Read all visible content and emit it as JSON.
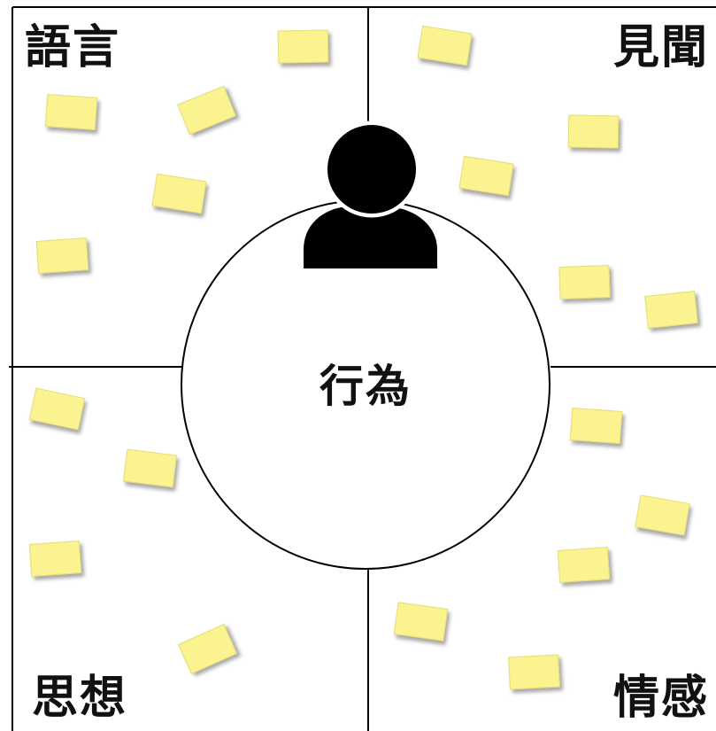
{
  "quadrants": {
    "top_left": "語言",
    "top_right": "見聞",
    "bottom_left": "思想",
    "bottom_right": "情感"
  },
  "center": {
    "label": "行為",
    "icon": "person-icon"
  },
  "colors": {
    "sticky_note": "#fbf38f",
    "lines": "#000000"
  }
}
